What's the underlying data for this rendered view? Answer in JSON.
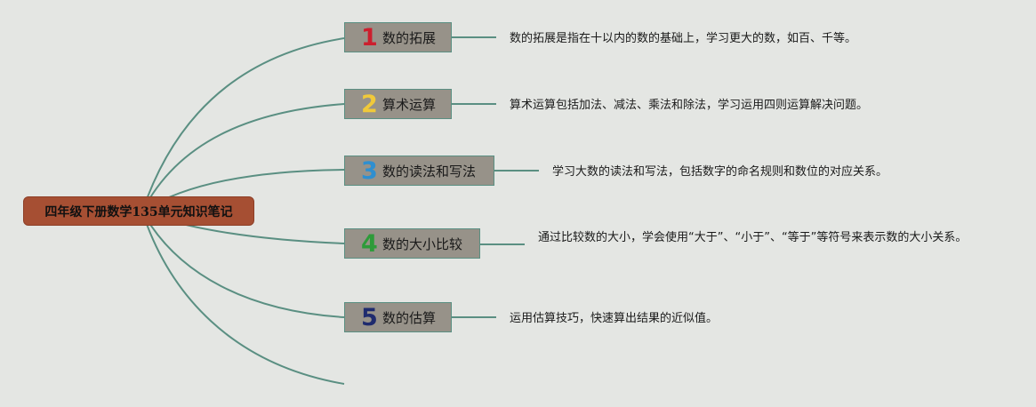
{
  "colors": {
    "background": "#e4e6e3",
    "root_fill": "#a64f33",
    "node_fill": "#979289",
    "link_stroke": "#5a8f82"
  },
  "root": {
    "title": "四年级下册数学135单元知识笔记"
  },
  "topics": [
    {
      "number": "1",
      "number_color": "#cc1f2e",
      "title": "数的拓展",
      "description": "数的拓展是指在十以内的数的基础上，学习更大的数，如百、千等。"
    },
    {
      "number": "2",
      "number_color": "#f0c93a",
      "title": "算术运算",
      "description": "算术运算包括加法、减法、乘法和除法，学习运用四则运算解决问题。"
    },
    {
      "number": "3",
      "number_color": "#2f8fd0",
      "title": "数的读法和写法",
      "description": "学习大数的读法和写法，包括数字的命名规则和数位的对应关系。"
    },
    {
      "number": "4",
      "number_color": "#2e9b3a",
      "title": "数的大小比较",
      "description": "通过比较数的大小，学会使用“大于”、“小于”、“等于”等符号来表示数的大小关系。"
    },
    {
      "number": "5",
      "number_color": "#1f2b6e",
      "title": "数的估算",
      "description": "运用估算技巧，快速算出结果的近似值。"
    }
  ]
}
